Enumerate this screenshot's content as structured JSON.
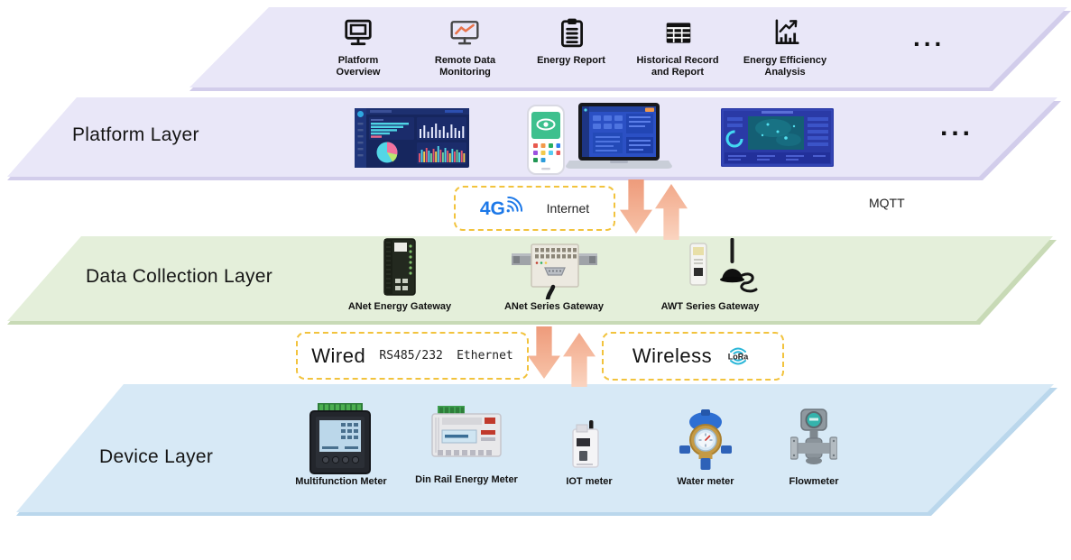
{
  "applications_band": {
    "items": [
      {
        "icon": "platform-overview-icon",
        "label": "Platform Overview"
      },
      {
        "icon": "remote-data-monitoring-icon",
        "label": "Remote Data Monitoring"
      },
      {
        "icon": "energy-report-icon",
        "label": "Energy Report"
      },
      {
        "icon": "historical-record-icon",
        "label": "Historical Record and Report"
      },
      {
        "icon": "energy-efficiency-icon",
        "label": "Energy Efficiency Analysis"
      }
    ],
    "ellipsis": "..."
  },
  "platform_layer": {
    "label": "Platform Layer",
    "screens": [
      {
        "name": "web-dashboard"
      },
      {
        "name": "mobile-app"
      },
      {
        "name": "laptop-dashboard"
      },
      {
        "name": "big-screen-dashboard"
      }
    ],
    "ellipsis": "..."
  },
  "uplink": {
    "badge_4g": "4G",
    "internet_label": "Internet",
    "mqtt_label": "MQTT"
  },
  "data_collection_layer": {
    "label": "Data Collection Layer",
    "gateways": [
      {
        "label": "ANet Energy Gateway"
      },
      {
        "label": "ANet Series Gateway"
      },
      {
        "label": "AWT Series Gateway"
      }
    ]
  },
  "field_link": {
    "wired_label": "Wired",
    "wired_protocol_1": "RS485/232",
    "wired_protocol_2": "Ethernet",
    "wireless_label": "Wireless",
    "lora_label": "LoRa"
  },
  "device_layer": {
    "label": "Device Layer",
    "devices": [
      {
        "label": "Multifunction Meter"
      },
      {
        "label": "Din Rail Energy Meter"
      },
      {
        "label": "IOT meter"
      },
      {
        "label": "Water meter"
      },
      {
        "label": "Flowmeter"
      }
    ]
  },
  "colors": {
    "platform_band": "#e9e7f8",
    "collection_band": "#e4efda",
    "device_band": "#d7e9f6",
    "dash_border": "#f2c33d",
    "arrow_orange": "#ee9b7b",
    "accent_blue_4g": "#1c78e8",
    "lora_cyan": "#29b6d8"
  }
}
